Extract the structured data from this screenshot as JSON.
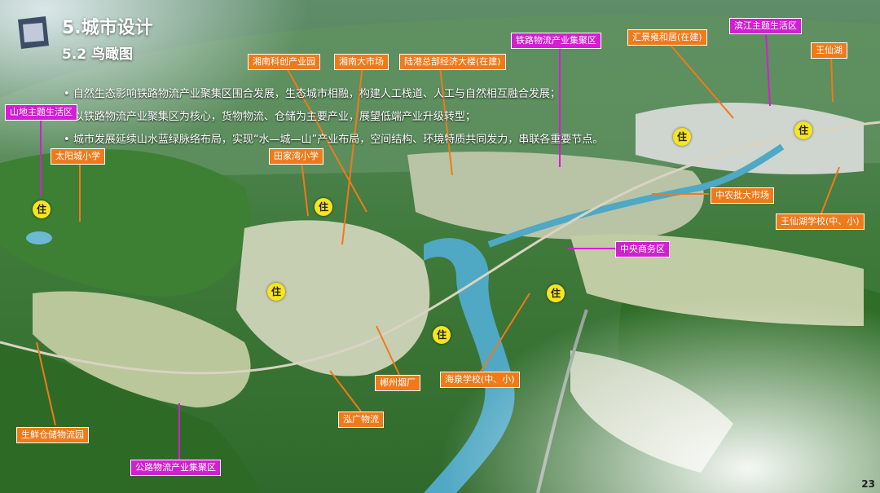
{
  "heading": {
    "section": "5.城市设计",
    "subsection": "5.2 鸟瞰图"
  },
  "bullets": [
    "自然生态影响铁路物流产业聚集区围合发展，生态城市相融，构建人工栈道、人工与自然相互融合发展；",
    "以铁路物流产业聚集区为核心，货物物流、仓储为主要产业，展望低端产业升级转型；",
    "城市发展延续山水蓝绿脉络布局，实现“水—城—山”产业布局，空间结构、环境特质共同发力，串联各重要节点。"
  ],
  "labels": {
    "orange": {
      "xiangnan_kechuang": "湘南科创产业园",
      "xiangnan_market": "湘南大市场",
      "lugang": "陆港总部经济大楼(在建)",
      "huijing": "汇景雍和居(在建)",
      "wangxianhu": "王仙湖",
      "taiyangcheng": "太阳城小学",
      "tianjiawan": "田家湾小学",
      "zhongnong": "中农批大市场",
      "wangxianhu_school": "王仙湖学校(中、小)",
      "chenzhou_tobacco": "郴州烟厂",
      "haiquan_school": "海泉学校(中、小)",
      "hongguang": "泓广物流",
      "fresh_storage": "生鲜仓储物流园"
    },
    "purple": {
      "railway_cluster": "铁路物流产业集聚区",
      "binjiang": "滨江主题生活区",
      "shandi": "山地主题生活区",
      "central_business": "中央商务区",
      "highway_cluster": "公路物流产业集聚区"
    }
  },
  "residential_marker": "住",
  "page_number": "23",
  "colors": {
    "orange": "#f07a1a",
    "purple": "#d21fd2",
    "marker": "#f7e51e"
  }
}
